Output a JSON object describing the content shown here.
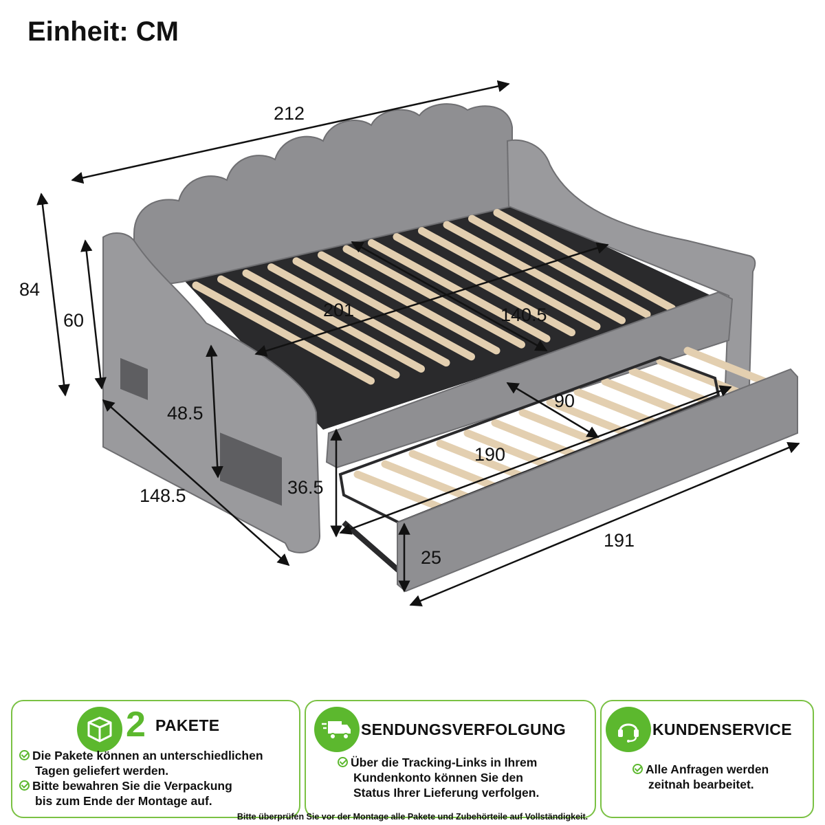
{
  "header": {
    "unit_label": "Einheit: CM"
  },
  "dimensions": {
    "total_length": "212",
    "total_height": "84",
    "side_height": "60",
    "inner_length": "201",
    "inner_width": "140.5",
    "arm_height": "48.5",
    "total_depth": "148.5",
    "trundle_width": "90",
    "trundle_inner_length": "190",
    "trundle_frame_height": "36.5",
    "trundle_length": "191",
    "trundle_height": "25"
  },
  "cards": {
    "packages": {
      "number": "2",
      "title": "PAKETE",
      "icon": "package-icon",
      "items": [
        [
          "Die Pakete können an unterschiedlichen",
          "Tagen geliefert werden."
        ],
        [
          "Bitte bewahren Sie die Verpackung",
          "bis zum Ende der Montage auf."
        ]
      ]
    },
    "tracking": {
      "title": "SENDUNGSVERFOLGUNG",
      "icon": "delivery-truck-icon",
      "lines": [
        "Über die Tracking-Links in Ihrem",
        "Kundenkonto können Sie den",
        "Status Ihrer Lieferung verfolgen."
      ]
    },
    "service": {
      "title": "KUNDENSERVICE",
      "icon": "headset-icon",
      "lines": [
        "Alle Anfragen werden",
        "zeitnah bearbeitet."
      ]
    }
  },
  "footer": {
    "note": "Bitte überprüfen Sie vor der Montage alle Pakete und Zubehörteile auf Vollständigkeit."
  },
  "colors": {
    "accent_green": "#5cb82e",
    "border_green": "#7ac143",
    "fabric_gray": "#8e8e90",
    "slat_wood": "#e3cfb0"
  }
}
